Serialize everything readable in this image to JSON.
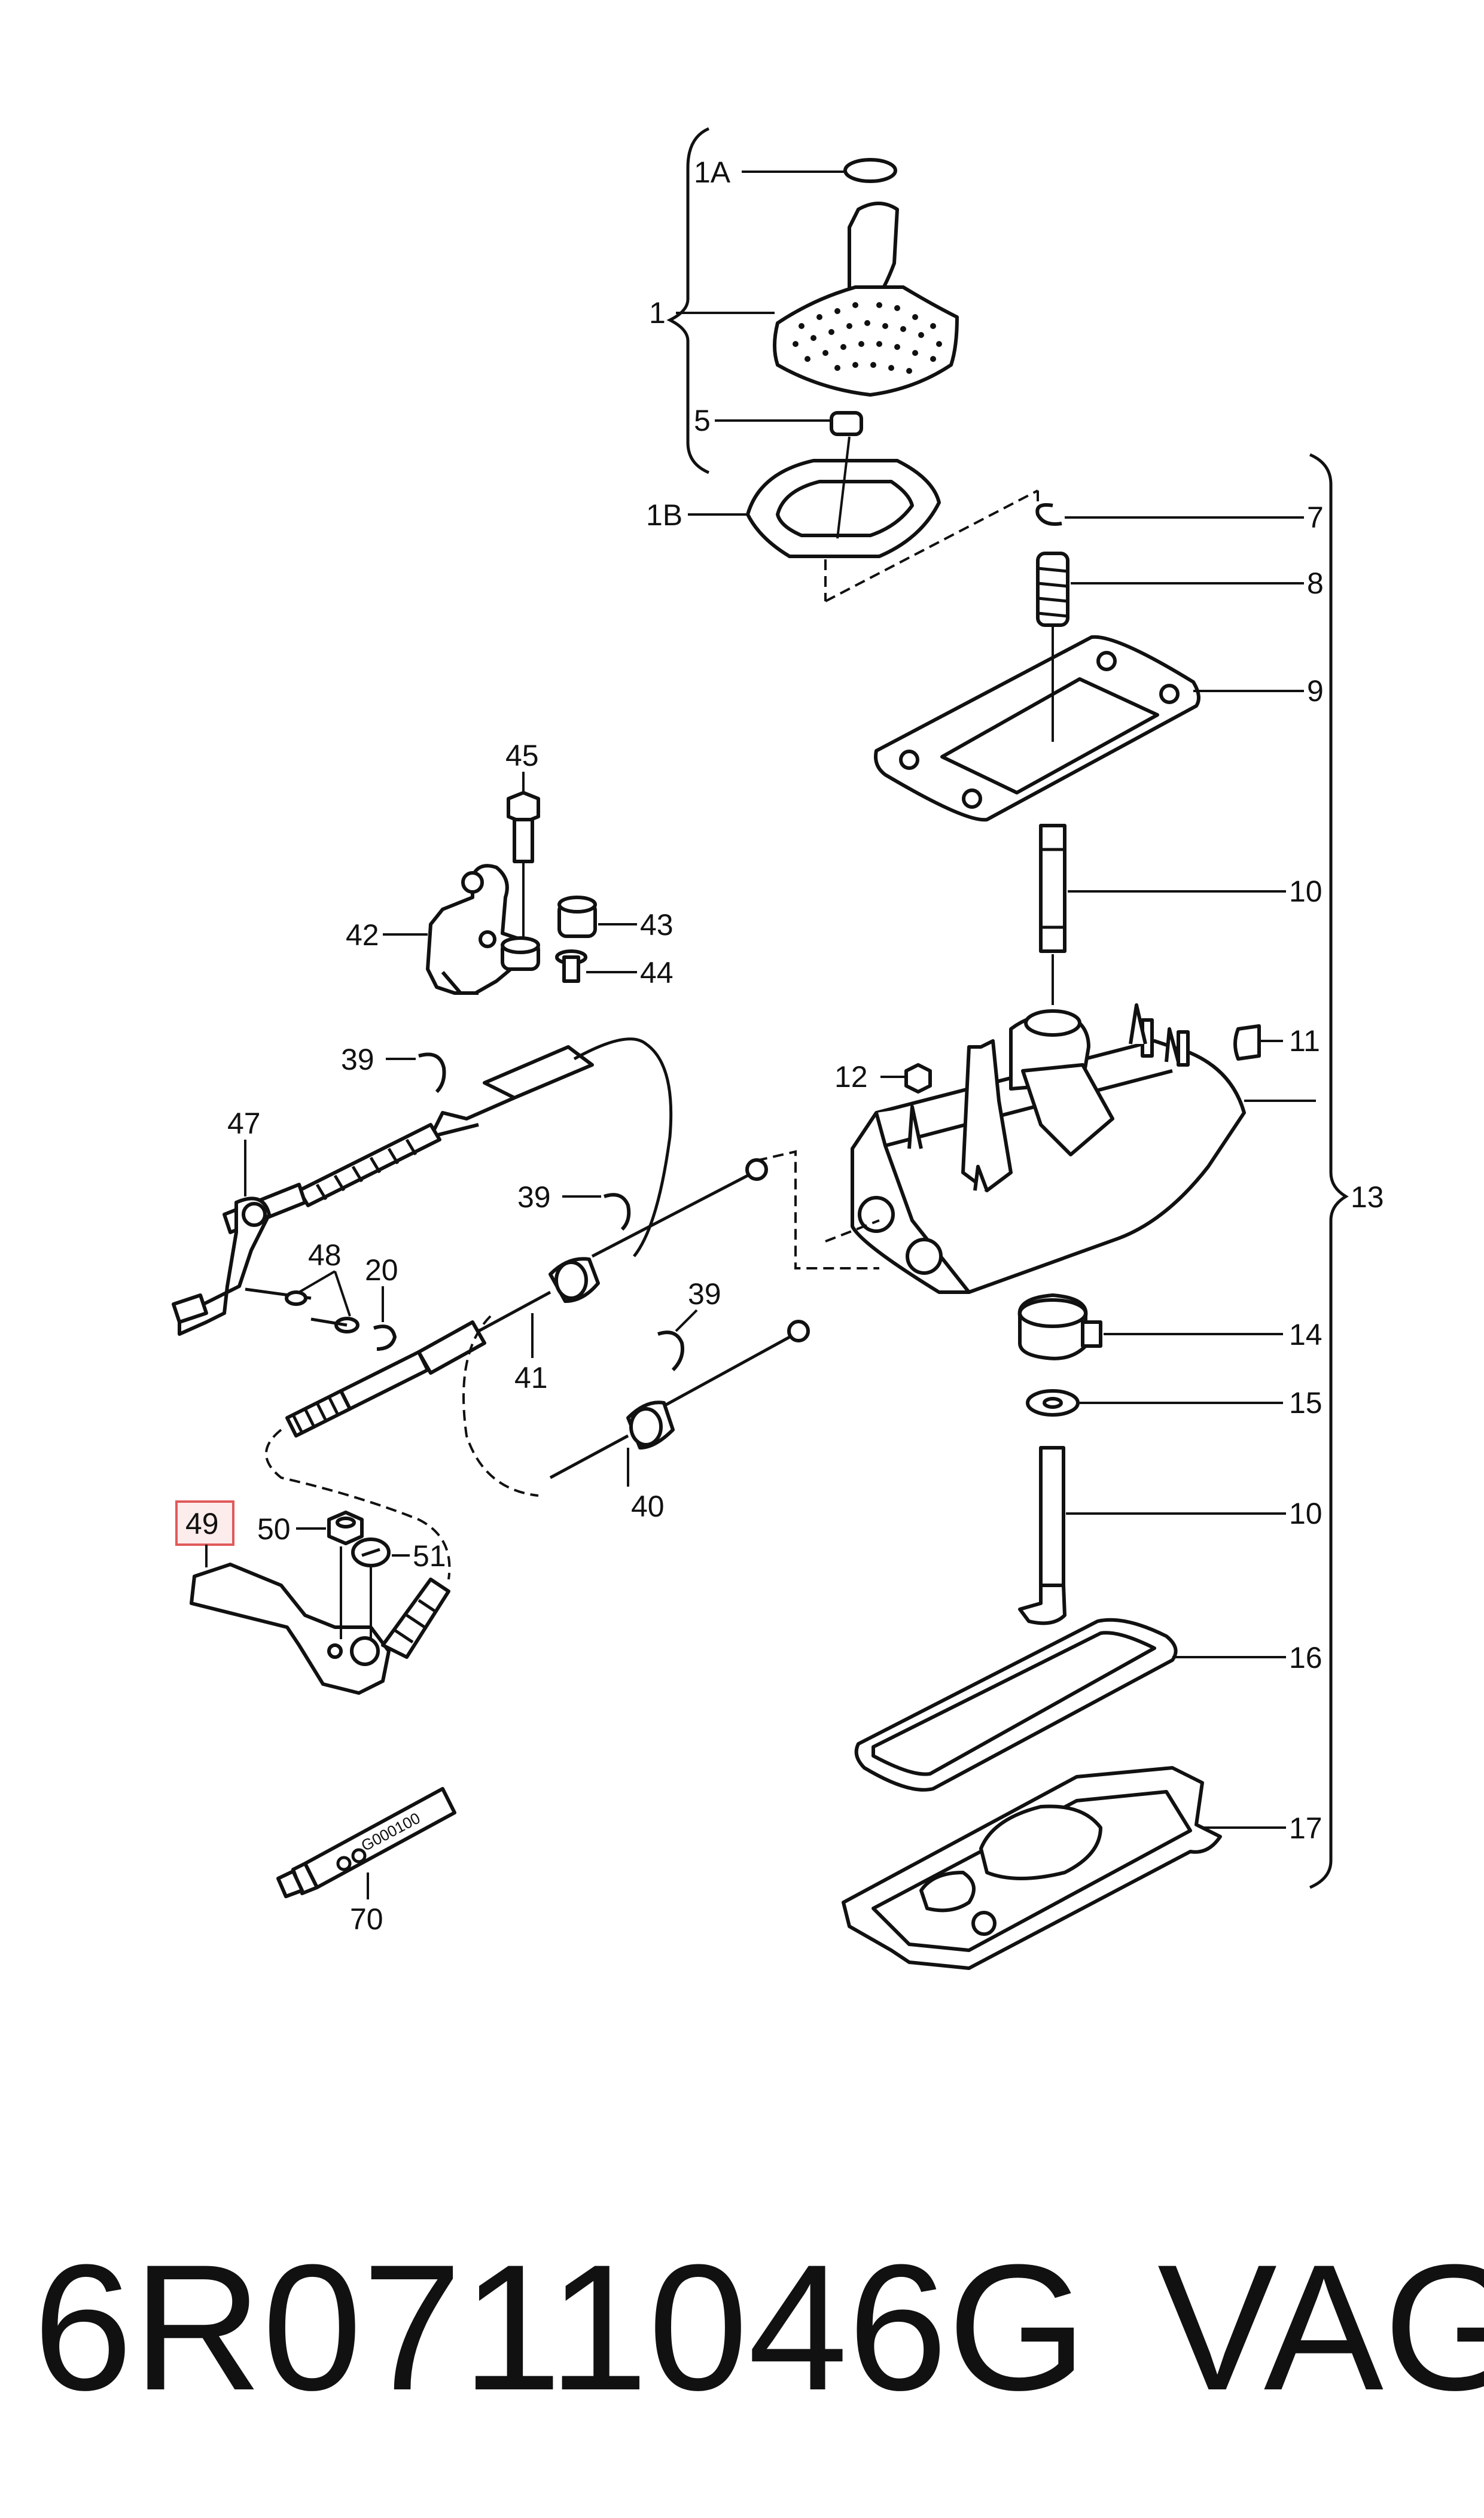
{
  "labels": {
    "l1A": "1A",
    "l1": "1",
    "l5": "5",
    "l1B": "1B",
    "l7": "7",
    "l8": "8",
    "l9": "9",
    "l10a": "10",
    "l11": "11",
    "l12": "12",
    "l13": "13",
    "l14": "14",
    "l15": "15",
    "l10b": "10",
    "l16": "16",
    "l17": "17",
    "l45": "45",
    "l42": "42",
    "l43": "43",
    "l44": "44",
    "l39a": "39",
    "l47": "47",
    "l48": "48",
    "l20": "20",
    "l39b": "39",
    "l41": "41",
    "l39c": "39",
    "l40": "40",
    "l49": "49",
    "l50": "50",
    "l51": "51",
    "l70": "70"
  },
  "tube_text": "G000100",
  "highlight_color": "#e05a5a",
  "highlight_fill": "#fdecec",
  "footer": {
    "part_number": "6R0711046G",
    "brand": "VAG"
  }
}
